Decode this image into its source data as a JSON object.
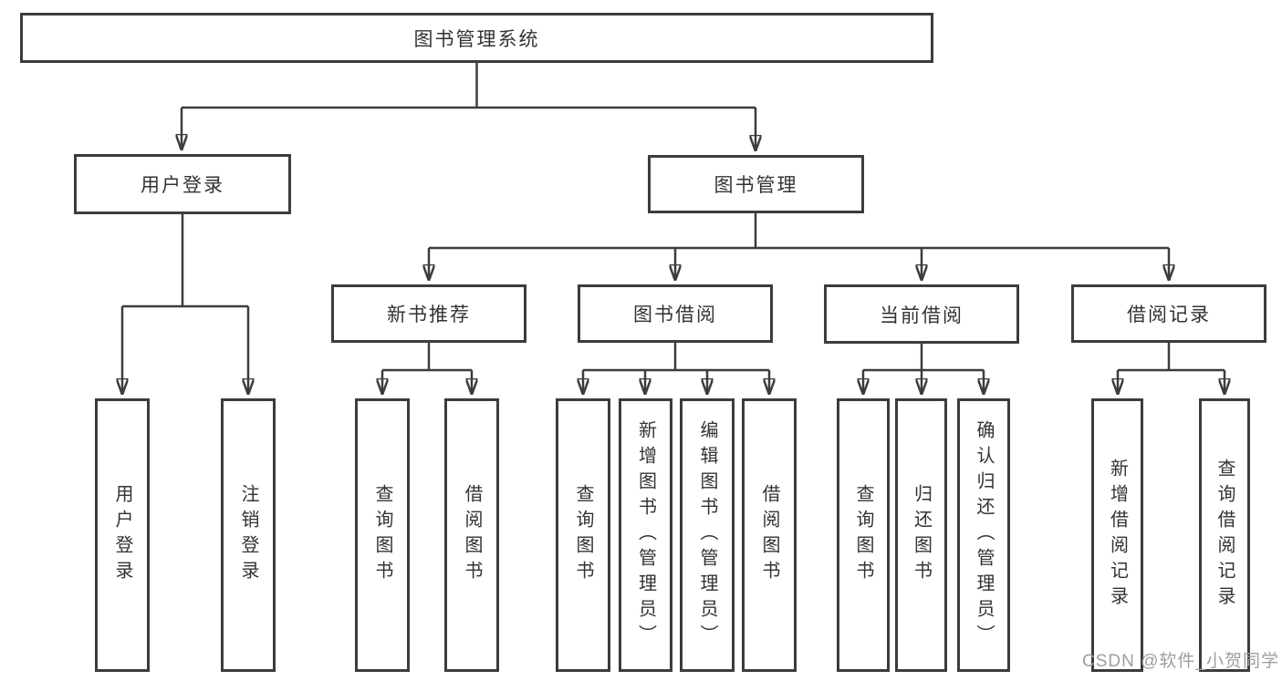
{
  "diagram": {
    "watermark": "CSDN @软件_小贺同学",
    "colors": {
      "line": "#3c3c3c",
      "text": "#333333",
      "box_background": "#ffffff",
      "watermark": "#9e9e9e"
    },
    "tree": {
      "label": "图书管理系统",
      "children": [
        {
          "label": "用户登录",
          "children": [
            {
              "label": "用户登录"
            },
            {
              "label": "注销登录"
            }
          ]
        },
        {
          "label": "图书管理",
          "children": [
            {
              "label": "新书推荐",
              "children": [
                {
                  "label": "查询图书"
                },
                {
                  "label": "借阅图书"
                }
              ]
            },
            {
              "label": "图书借阅",
              "children": [
                {
                  "label": "查询图书"
                },
                {
                  "label": "新增图书（管理员）"
                },
                {
                  "label": "编辑图书（管理员）"
                },
                {
                  "label": "借阅图书"
                }
              ]
            },
            {
              "label": "当前借阅",
              "children": [
                {
                  "label": "查询图书"
                },
                {
                  "label": "归还图书"
                },
                {
                  "label": "确认归还（管理员）"
                }
              ]
            },
            {
              "label": "借阅记录",
              "children": [
                {
                  "label": "新增借阅记录"
                },
                {
                  "label": "查询借阅记录"
                }
              ]
            }
          ]
        }
      ]
    }
  }
}
